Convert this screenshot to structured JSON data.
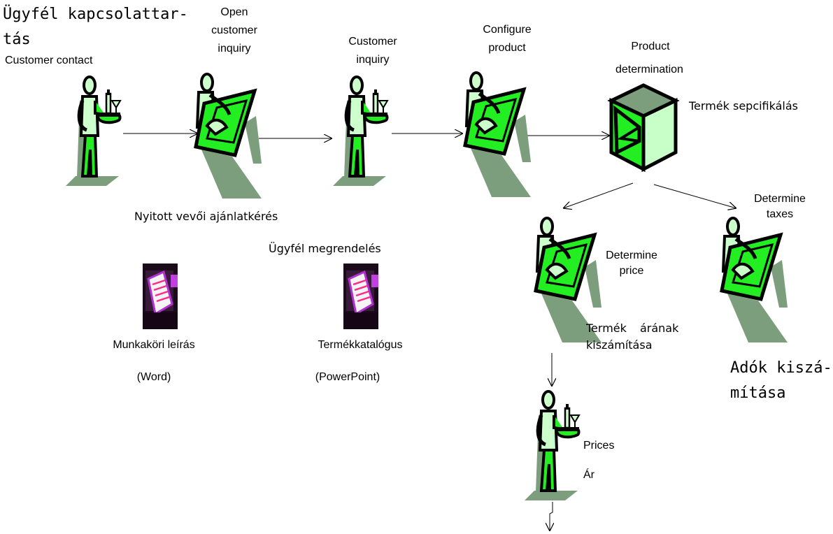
{
  "labels": {
    "customer_contact_hu_1": "Ügyfél kapcsolattar-",
    "customer_contact_hu_2": "tás",
    "customer_contact_en": "Customer contact",
    "open_inquiry_en_1": "Open",
    "open_inquiry_en_2": "customer",
    "open_inquiry_en_3": "inquiry",
    "open_inquiry_hu": "Nyitott vevői ajánlatkérés",
    "customer_inquiry_en_1": "Customer",
    "customer_inquiry_en_2": "inquiry",
    "customer_inquiry_hu": "Ügyfél megrendelés",
    "configure_product_en_1": "Configure",
    "configure_product_en_2": "product",
    "product_determination_en_1": "Product",
    "product_determination_en_2": "determination",
    "product_determination_hu": "Termék sepcifikálás",
    "determine_price_en_1": "Determine",
    "determine_price_en_2": "price",
    "determine_price_hu_1": "Termék árának",
    "determine_price_hu_2": "kiszámítása",
    "determine_taxes_en_1": "Determine",
    "determine_taxes_en_2": "taxes",
    "determine_taxes_hu_1": "Adók kiszá-",
    "determine_taxes_hu_2": "mítása",
    "prices_en": "Prices",
    "prices_hu": "Ár",
    "doc1_name": "Munkaköri leírás",
    "doc1_app": "(Word)",
    "doc2_name": "Termékkatalógus",
    "doc2_app": "(PowerPoint)"
  },
  "colors": {
    "figure_green": "#22ee22",
    "figure_light": "#ccffcc",
    "figure_shadow": "#7c9e7c",
    "outline": "#000000",
    "cube_light": "#c8ffc8"
  },
  "icons": {
    "waiter": "waiter-icon",
    "desk_worker": "desk-worker-icon",
    "cube": "cube-icon",
    "document": "document-icon"
  }
}
